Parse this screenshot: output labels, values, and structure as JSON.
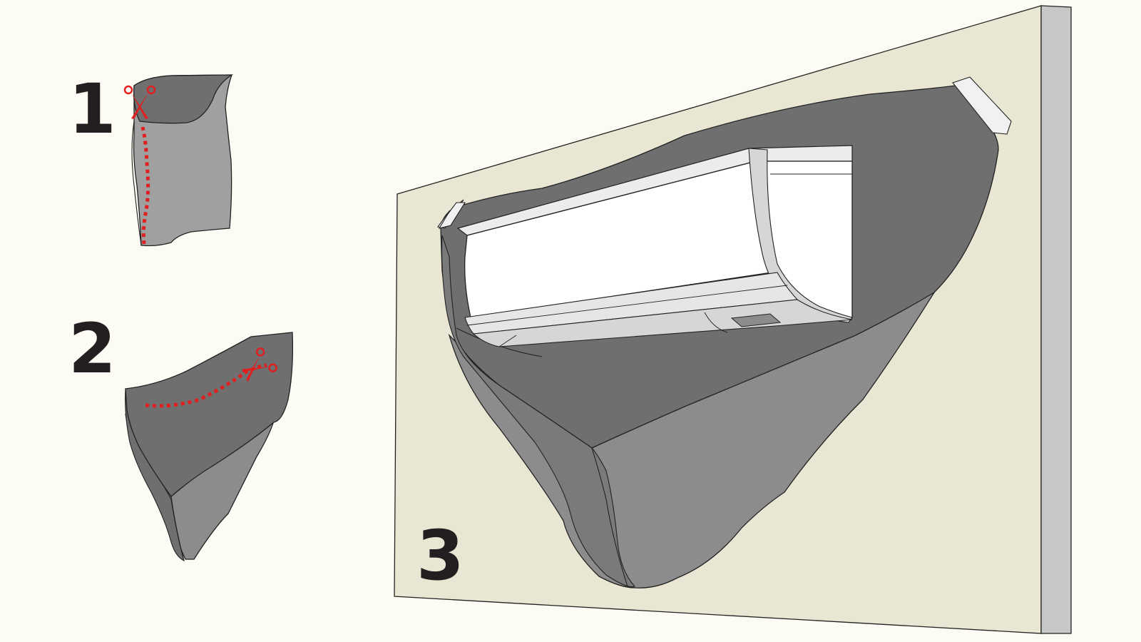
{
  "steps": [
    {
      "number": "1"
    },
    {
      "number": "2"
    },
    {
      "number": "3"
    }
  ],
  "colors": {
    "background": "#fdfcf4",
    "wall": "#e9e7d3",
    "wall_edge": "#c7c7c7",
    "bag_dark": "#6f6f6f",
    "bag_mid": "#8c8c8c",
    "bag_light": "#a0a0a0",
    "cut_line": "#e02020",
    "ac_body": "#ffffff",
    "ac_shade": "#d6d6d6",
    "tape": "#f1f1f1"
  },
  "icons": {
    "scissors": "scissors-icon",
    "tape": "tape-strip"
  }
}
